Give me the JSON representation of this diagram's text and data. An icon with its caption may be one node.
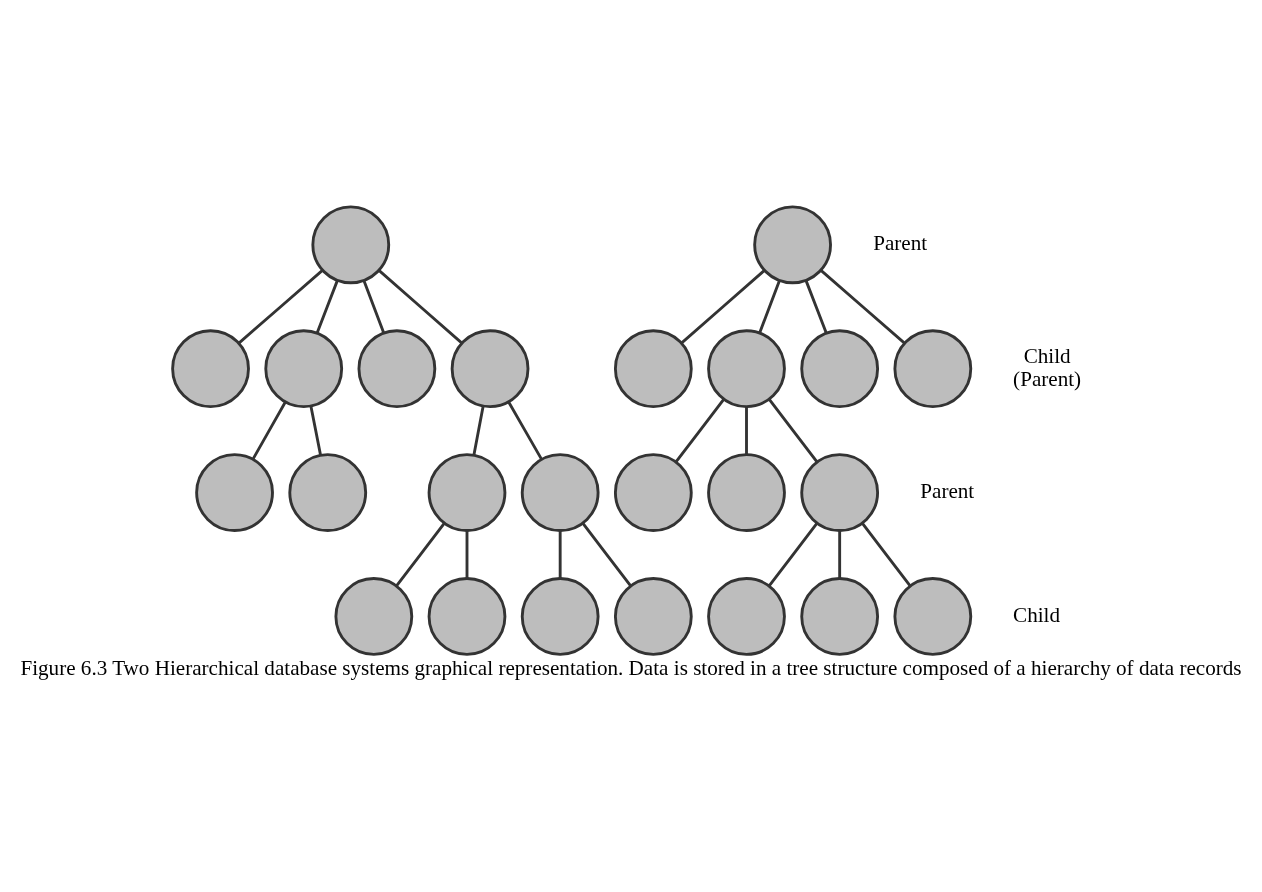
{
  "diagram": {
    "caption": "Figure 6.3 Two Hierarchical database systems graphical representation. Data is stored in a tree structure composed of a hierarchy of data records",
    "nodes": [
      {
        "text": [],
        "shape": "circle"
      },
      {
        "text": [],
        "shape": "circle"
      },
      {
        "text": [],
        "shape": "circle"
      },
      {
        "text": [],
        "shape": "circle"
      },
      {
        "text": [],
        "shape": "circle"
      },
      {
        "text": [],
        "shape": "circle"
      },
      {
        "text": [],
        "shape": "circle"
      },
      {
        "text": [],
        "shape": "circle"
      },
      {
        "text": [],
        "shape": "circle"
      },
      {
        "text": [],
        "shape": "circle"
      },
      {
        "text": [],
        "shape": "circle"
      },
      {
        "text": [],
        "shape": "circle"
      },
      {
        "text": [],
        "shape": "circle"
      },
      {
        "text": [],
        "shape": "circle"
      },
      {
        "text": [],
        "shape": "circle"
      },
      {
        "text": [],
        "shape": "circle"
      },
      {
        "text": [],
        "shape": "circle"
      },
      {
        "text": [],
        "shape": "circle"
      },
      {
        "text": [],
        "shape": "circle"
      },
      {
        "text": [],
        "shape": "circle"
      },
      {
        "text": [],
        "shape": "circle"
      },
      {
        "text": [],
        "shape": "circle"
      },
      {
        "text": [],
        "shape": "circle"
      },
      {
        "text": [],
        "shape": "circle"
      }
    ],
    "edges": [
      {
        "from": 0,
        "to": 2,
        "arrow": "none"
      },
      {
        "from": 0,
        "to": 3,
        "arrow": "none"
      },
      {
        "from": 0,
        "to": 4,
        "arrow": "none"
      },
      {
        "from": 0,
        "to": 5,
        "arrow": "none"
      },
      {
        "from": 1,
        "to": 6,
        "arrow": "none"
      },
      {
        "from": 1,
        "to": 7,
        "arrow": "none"
      },
      {
        "from": 1,
        "to": 8,
        "arrow": "none"
      },
      {
        "from": 1,
        "to": 9,
        "arrow": "none"
      },
      {
        "from": 3,
        "to": 10,
        "arrow": "none"
      },
      {
        "from": 3,
        "to": 11,
        "arrow": "none"
      },
      {
        "from": 5,
        "to": 12,
        "arrow": "none"
      },
      {
        "from": 5,
        "to": 13,
        "arrow": "none"
      },
      {
        "from": 7,
        "to": 14,
        "arrow": "none"
      },
      {
        "from": 7,
        "to": 15,
        "arrow": "none"
      },
      {
        "from": 7,
        "to": 16,
        "arrow": "none"
      },
      {
        "from": 12,
        "to": 17,
        "arrow": "none"
      },
      {
        "from": 12,
        "to": 18,
        "arrow": "none"
      },
      {
        "from": 13,
        "to": 19,
        "arrow": "none"
      },
      {
        "from": 13,
        "to": 20,
        "arrow": "none"
      },
      {
        "from": 16,
        "to": 21,
        "arrow": "none"
      },
      {
        "from": 16,
        "to": 22,
        "arrow": "none"
      },
      {
        "from": 16,
        "to": 23,
        "arrow": "none"
      }
    ],
    "labels": [
      "Parent",
      "Child (Parent)",
      "Parent",
      "Child"
    ]
  }
}
